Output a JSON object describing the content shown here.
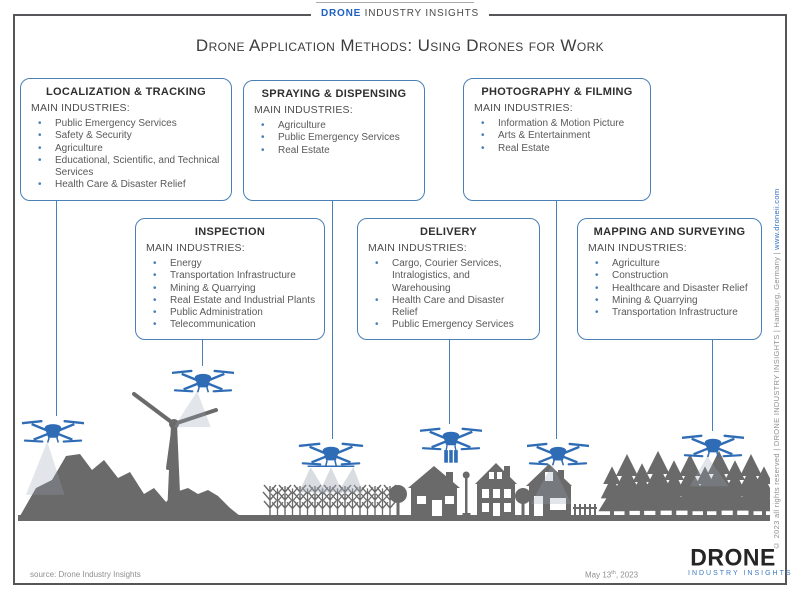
{
  "brand_header": {
    "bold": "DRONE",
    "rest": " INDUSTRY INSIGHTS"
  },
  "title": "Drone Application Methods: Using Drones for Work",
  "main_industries_label": "MAIN INDUSTRIES:",
  "boxes": [
    {
      "title": "LOCALIZATION & TRACKING",
      "items": [
        "Public Emergency Services",
        "Safety & Security",
        "Agriculture",
        "Educational, Scientific, and Technical Services",
        "Health Care & Disaster Relief"
      ]
    },
    {
      "title": "SPRAYING & DISPENSING",
      "items": [
        "Agriculture",
        "Public Emergency Services",
        "Real Estate"
      ]
    },
    {
      "title": "PHOTOGRAPHY & FILMING",
      "items": [
        "Information & Motion Picture",
        "Arts & Entertainment",
        "Real Estate"
      ]
    },
    {
      "title": "INSPECTION",
      "items": [
        "Energy",
        "Transportation Infrastructure",
        "Mining & Quarrying",
        "Real Estate and Industrial Plants",
        "Public Administration",
        "Telecommunication"
      ]
    },
    {
      "title": "DELIVERY",
      "items": [
        "Cargo, Courier Services, Intralogistics, and Warehousing",
        "Health Care and Disaster Relief",
        "Public Emergency Services"
      ]
    },
    {
      "title": "MAPPING AND SURVEYING",
      "items": [
        "Agriculture",
        "Construction",
        "Healthcare and Disaster Relief",
        "Mining & Quarrying",
        "Transportation Infrastructure"
      ]
    }
  ],
  "scene": {
    "elements": [
      "mountains",
      "wind-turbine",
      "corn-field",
      "houses",
      "street-lamp",
      "round-trees",
      "pine-forest",
      "ground"
    ],
    "drones": [
      "localization-tracking-drone",
      "inspection-drone",
      "spraying-drone",
      "delivery-drone",
      "photography-drone",
      "mapping-drone"
    ]
  },
  "credit": {
    "line_plain": "© 2023 all rights reserved  |  DRONE INDUSTRY INSIGHTS  |  Hamburg, Germany  |  ",
    "website": "www.droneii.com"
  },
  "footer": {
    "source": "source: Drone Industry Insights",
    "date_day": "May 13",
    "date_sup": "th",
    "date_year": ", 2023",
    "logo_main": "DRONE",
    "logo_sub": "INDUSTRY INSIGHTS"
  },
  "colors": {
    "drone_blue": "#2e6cb5",
    "box_border_blue": "#4a80b5",
    "brand_blue": "#1d5fc2",
    "silhouette_gray": "#6a6a6a",
    "frame_gray": "#55565a",
    "text_gray": "#595959"
  }
}
